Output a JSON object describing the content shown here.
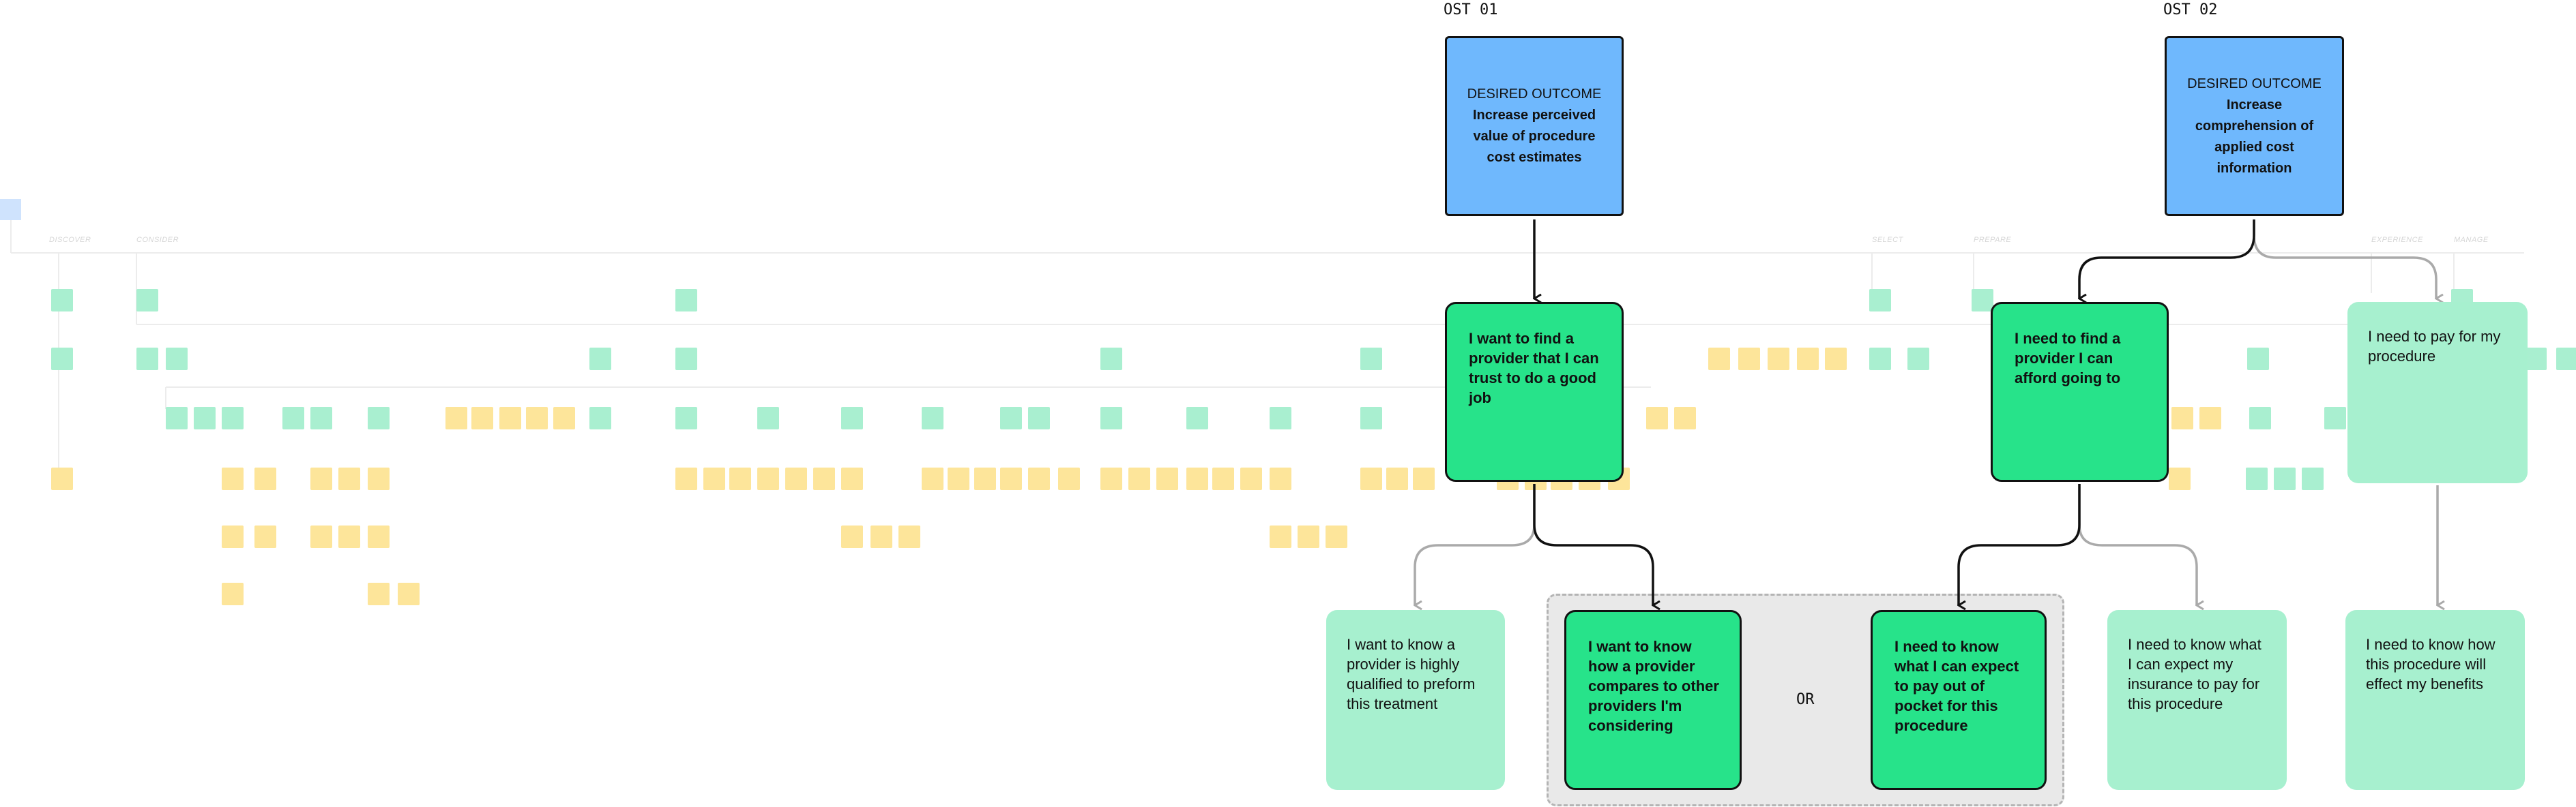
{
  "colors": {
    "outcome": "#6fb8fd",
    "opportunity_active": "#27e38a",
    "opportunity_inactive": "#a7f0cf",
    "sticky_yellow": "#fde59a",
    "sticky_green": "#a9efd0",
    "group_bg": "#e9e9e9"
  },
  "phases": [
    "DISCOVER",
    "CONSIDER",
    "SELECT",
    "PREPARE",
    "EXPERIENCE",
    "MANAGE"
  ],
  "ost1": {
    "label": "OST 01",
    "outcome_heading": "DESIRED OUTCOME",
    "outcome_text": "Increase perceived value of procedure cost estimates",
    "opportunity": "I want to find a provider that I can trust to do a good job",
    "children": [
      {
        "text": "I want to know a provider is highly qualified to preform this treatment"
      },
      {
        "text": "I want to know how a provider compares to other providers I'm considering"
      }
    ]
  },
  "ost2": {
    "label": "OST 02",
    "outcome_heading": "DESIRED OUTCOME",
    "outcome_text": "Increase comprehension of applied cost information",
    "opportunity": "I need to find a provider I can afford going to",
    "opportunity_secondary": "I need to pay for my procedure",
    "children": [
      {
        "text": "I need to know what I can expect to pay out of pocket for this procedure"
      },
      {
        "text": "I need to know what I can expect my insurance to pay for this procedure"
      },
      {
        "text": "I need to know how this procedure will effect my benefits"
      }
    ]
  },
  "group_connector": "OR"
}
